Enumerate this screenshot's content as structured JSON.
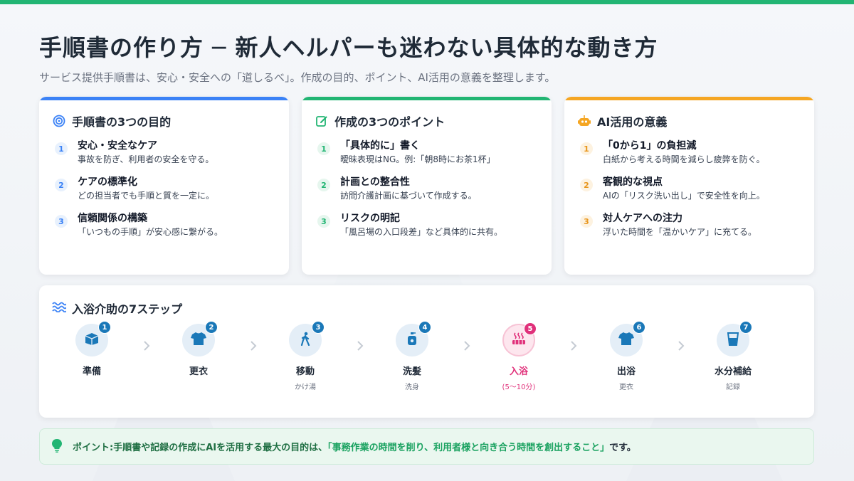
{
  "header": {
    "title": "手順書の作り方 ─ 新人ヘルパーも迷わない具体的な動き方",
    "subtitle": "サービス提供手順書は、安心・安全への「道しるべ」。作成の目的、ポイント、AI活用の意義を整理します。"
  },
  "colors": {
    "blue": "#3b82f6",
    "green": "#22b573",
    "orange": "#f5a623",
    "pink": "#e0307a",
    "step_blue": "#1a78b8"
  },
  "cards": [
    {
      "title": "手順書の3つの目的",
      "icon": "target-icon",
      "items": [
        {
          "num": "1",
          "title": "安心・安全なケア",
          "desc": "事故を防ぎ、利用者の安全を守る。"
        },
        {
          "num": "2",
          "title": "ケアの標準化",
          "desc": "どの担当者でも手順と質を一定に。"
        },
        {
          "num": "3",
          "title": "信頼関係の構築",
          "desc": "「いつもの手順」が安心感に繋がる。"
        }
      ]
    },
    {
      "title": "作成の3つのポイント",
      "icon": "edit-icon",
      "items": [
        {
          "num": "1",
          "title": "「具体的に」書く",
          "desc": "曖昧表現はNG。例:「朝8時にお茶1杯」"
        },
        {
          "num": "2",
          "title": "計画との整合性",
          "desc": "訪問介護計画に基づいて作成する。"
        },
        {
          "num": "3",
          "title": "リスクの明記",
          "desc": "「風呂場の入口段差」など具体的に共有。"
        }
      ]
    },
    {
      "title": "AI活用の意義",
      "icon": "robot-icon",
      "items": [
        {
          "num": "1",
          "title": "「0から1」の負担減",
          "desc": "白紙から考える時間を減らし疲弊を防ぐ。"
        },
        {
          "num": "2",
          "title": "客観的な視点",
          "desc": "AIの「リスク洗い出し」で安全性を向上。"
        },
        {
          "num": "3",
          "title": "対人ケアへの注力",
          "desc": "浮いた時間を「温かいケア」に充てる。"
        }
      ]
    }
  ],
  "steps_panel": {
    "title": "入浴介助の7ステップ",
    "icon": "water-icon",
    "steps": [
      {
        "num": "1",
        "label": "準備",
        "sub": "",
        "icon": "box-icon"
      },
      {
        "num": "2",
        "label": "更衣",
        "sub": "",
        "icon": "shirt-icon"
      },
      {
        "num": "3",
        "label": "移動",
        "sub": "かけ湯",
        "icon": "walking-icon"
      },
      {
        "num": "4",
        "label": "洗髪",
        "sub": "洗身",
        "icon": "soap-bottle-icon"
      },
      {
        "num": "5",
        "label": "入浴",
        "sub": "(5〜10分)",
        "icon": "hot-tub-icon",
        "active": true
      },
      {
        "num": "6",
        "label": "出浴",
        "sub": "更衣",
        "icon": "shirt-icon"
      },
      {
        "num": "7",
        "label": "水分補給",
        "sub": "記録",
        "icon": "glass-icon"
      }
    ]
  },
  "point": {
    "lead": "ポイント:手順書や記録の作成にAIを活用する最大の目的は、",
    "highlight": "「事務作業の時間を削り、利用者様と向き合う時間を創出すること」",
    "tail": "です。",
    "icon": "lightbulb-icon"
  }
}
